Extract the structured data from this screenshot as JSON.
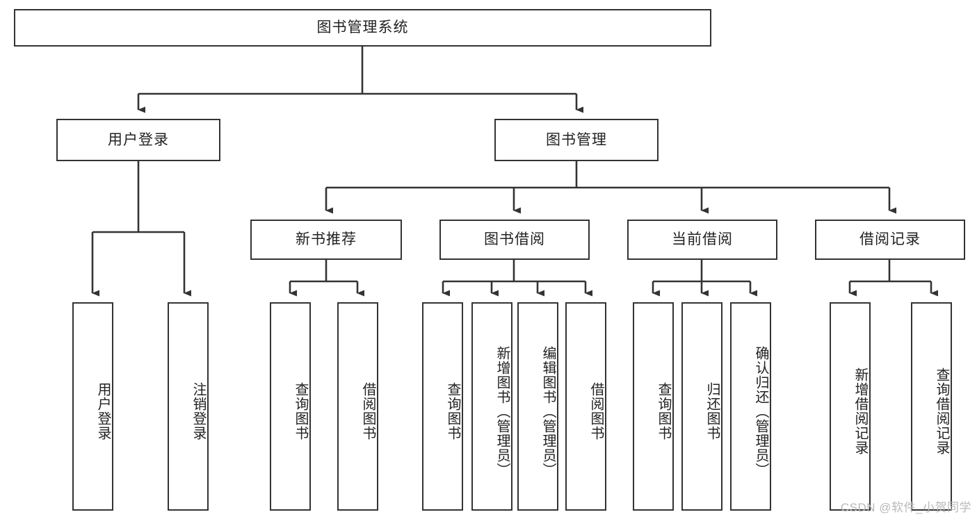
{
  "diagram": {
    "title": "图书管理系统",
    "type": "tree",
    "watermark": "CSDN @软件_小贺同学",
    "stroke_color": "#333333",
    "fill_color": "#ffffff",
    "text_color": "#222222"
  },
  "nodes": {
    "root": {
      "label": "图书管理系统",
      "level": 1,
      "orientation": "horizontal"
    },
    "l2": [
      {
        "label": "用户登录",
        "level": 2,
        "orientation": "horizontal"
      },
      {
        "label": "图书管理",
        "level": 2,
        "orientation": "horizontal"
      }
    ],
    "l3": [
      {
        "label": "新书推荐",
        "level": 3,
        "orientation": "horizontal",
        "parent": "图书管理"
      },
      {
        "label": "图书借阅",
        "level": 3,
        "orientation": "horizontal",
        "parent": "图书管理"
      },
      {
        "label": "当前借阅",
        "level": 3,
        "orientation": "horizontal",
        "parent": "图书管理"
      },
      {
        "label": "借阅记录",
        "level": 3,
        "orientation": "horizontal",
        "parent": "图书管理"
      }
    ],
    "leaves_user_login": [
      {
        "label": "用户登录",
        "orientation": "vertical",
        "parent": "用户登录"
      },
      {
        "label": "注销登录",
        "orientation": "vertical",
        "parent": "用户登录"
      }
    ],
    "leaves_new_books": [
      {
        "label": "查询图书",
        "orientation": "vertical",
        "parent": "新书推荐"
      },
      {
        "label": "借阅图书",
        "orientation": "vertical",
        "parent": "新书推荐"
      }
    ],
    "leaves_borrow": [
      {
        "label": "查询图书",
        "orientation": "vertical",
        "parent": "图书借阅"
      },
      {
        "label": "新增图书（管理员）",
        "orientation": "vertical",
        "parent": "图书借阅"
      },
      {
        "label": "编辑图书（管理员）",
        "orientation": "vertical",
        "parent": "图书借阅"
      },
      {
        "label": "借阅图书",
        "orientation": "vertical",
        "parent": "图书借阅"
      }
    ],
    "leaves_current": [
      {
        "label": "查询图书",
        "orientation": "vertical",
        "parent": "当前借阅"
      },
      {
        "label": "归还图书",
        "orientation": "vertical",
        "parent": "当前借阅"
      },
      {
        "label": "确认归还（管理员）",
        "orientation": "vertical",
        "parent": "当前借阅"
      }
    ],
    "leaves_records": [
      {
        "label": "新增借阅记录",
        "orientation": "vertical",
        "parent": "借阅记录"
      },
      {
        "label": "查询借阅记录",
        "orientation": "vertical",
        "parent": "借阅记录"
      }
    ]
  }
}
